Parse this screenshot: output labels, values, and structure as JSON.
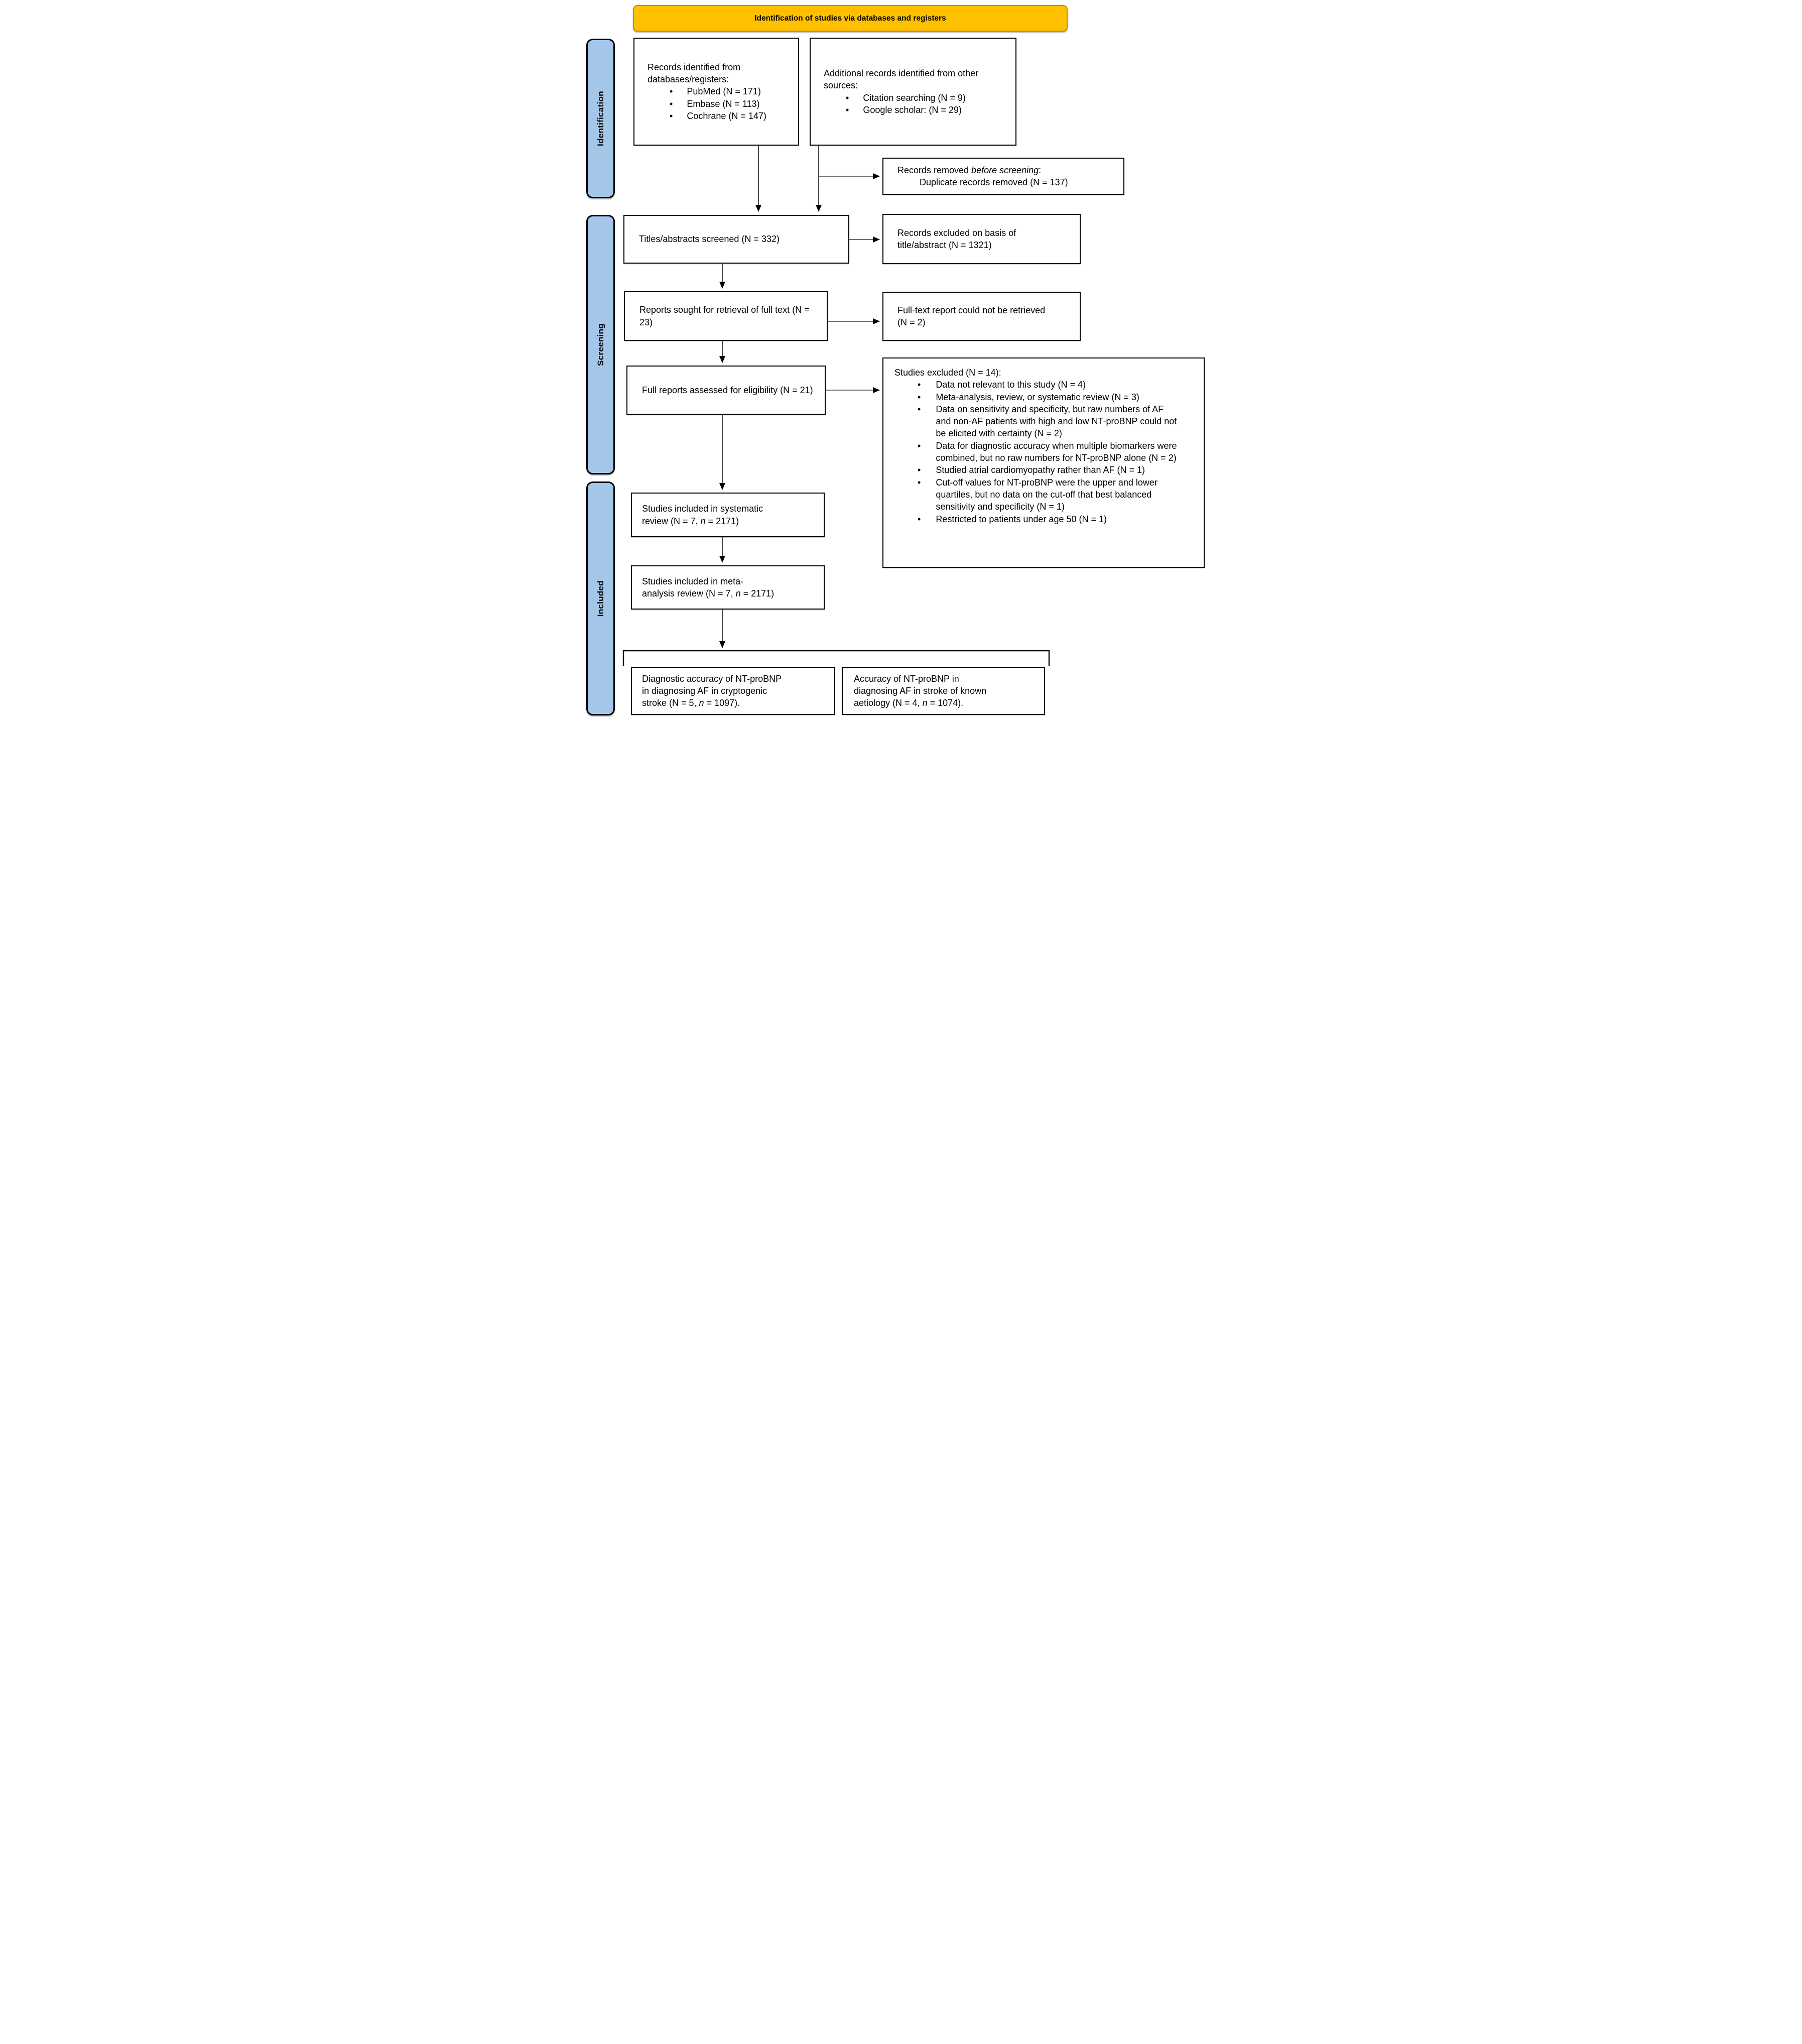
{
  "banner": {
    "label": "Identification of studies via databases and registers"
  },
  "sidebar": {
    "items": [
      {
        "id": "identification",
        "label": "Identification"
      },
      {
        "id": "screening",
        "label": "Screening"
      },
      {
        "id": "included",
        "label": "Included"
      }
    ]
  },
  "glyphs": {
    "bullet": "•"
  },
  "colors": {
    "banner_bg": "#FFC000",
    "sidebar_bg": "#A3C6E9",
    "box_border": "#000000",
    "connector_gray": "#595959"
  },
  "boxes": {
    "records_identified": {
      "title": "Records identified from databases/registers:",
      "bullets": [
        "PubMed (N = 171)",
        "Embase (N = 113)",
        "Cochrane (N = 147)"
      ]
    },
    "additional_records": {
      "title": "Additional records identified from other sources:",
      "bullets": [
        "Citation searching (N = 9)",
        "Google scholar: (N = 29)"
      ]
    },
    "records_removed": {
      "line1": [
        {
          "t": "Records removed "
        },
        {
          "t": "before screening",
          "i": true
        },
        {
          "t": ":"
        }
      ],
      "line2": "Duplicate records removed (N = 137)"
    },
    "titles_screened": {
      "text": "Titles/abstracts screened (N = 332)"
    },
    "records_excluded": {
      "text": "Records excluded on basis of title/abstract (N = 1321)"
    },
    "reports_sought": {
      "text": "Reports sought for retrieval of full text (N = 23)"
    },
    "fulltext_not_retrieved": {
      "text": "Full-text report could not be retrieved (N = 2)"
    },
    "full_reports_assessed": {
      "text": "Full reports assessed for eligibility (N = 21)"
    },
    "studies_excluded": {
      "title": "Studies excluded (N = 14):",
      "bullets": [
        "Data not relevant to this study (N = 4)",
        "Meta-analysis, review, or systematic review (N = 3)",
        "Data on sensitivity and specificity, but raw numbers of AF and non-AF patients with high and low NT-proBNP could not be elicited with certainty (N = 2)",
        "Data for diagnostic accuracy when multiple biomarkers were combined, but no raw numbers for NT-proBNP alone (N = 2)",
        "Studied atrial cardiomyopathy rather than AF (N = 1)",
        "Cut-off values for NT-proBNP were the upper and lower quartiles, but no data on the cut-off that best balanced sensitivity and specificity (N = 1)",
        "Restricted to patients under age 50 (N = 1)"
      ]
    },
    "systematic_review": {
      "segments": [
        {
          "t": "Studies included in systematic"
        },
        {
          "br": true
        },
        {
          "t": "review (N = 7, "
        },
        {
          "t": "n",
          "i": true
        },
        {
          "t": " = 2171)"
        }
      ]
    },
    "meta_analysis": {
      "segments": [
        {
          "t": "Studies included in meta-"
        },
        {
          "br": true
        },
        {
          "t": "analysis review (N = 7, "
        },
        {
          "t": "n",
          "i": true
        },
        {
          "t": " = 2171)"
        }
      ]
    },
    "cryptogenic_stroke": {
      "segments": [
        {
          "t": "Diagnostic accuracy of NT-proBNP"
        },
        {
          "br": true
        },
        {
          "t": "in diagnosing AF in cryptogenic"
        },
        {
          "br": true
        },
        {
          "t": "stroke (N = 5, "
        },
        {
          "t": "n",
          "i": true
        },
        {
          "t": " = 1097)."
        }
      ]
    },
    "known_aetiology": {
      "segments": [
        {
          "t": "Accuracy of NT-proBNP in"
        },
        {
          "br": true
        },
        {
          "t": "diagnosing AF in stroke of known"
        },
        {
          "br": true
        },
        {
          "t": "aetiology (N = 4, "
        },
        {
          "t": "n",
          "i": true
        },
        {
          "t": " = 1074)."
        }
      ]
    }
  }
}
